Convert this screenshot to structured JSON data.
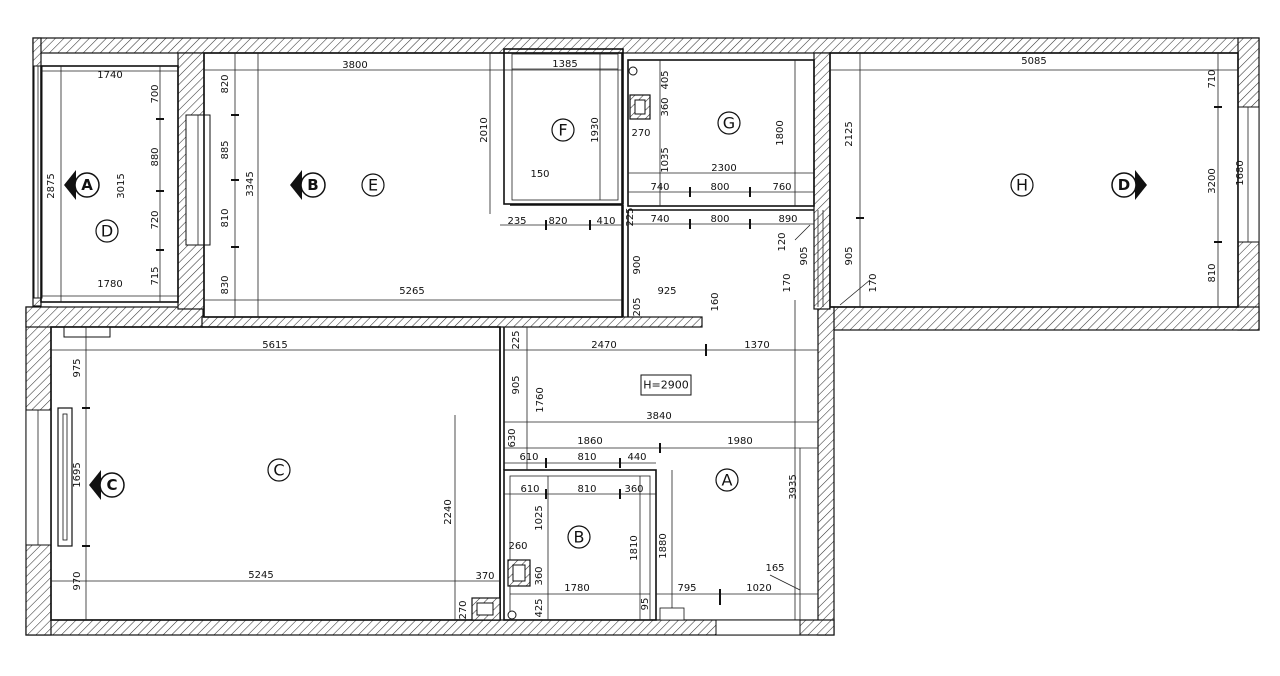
{
  "rooms": [
    {
      "id": "room-a",
      "label": "A"
    },
    {
      "id": "room-b",
      "label": "B"
    },
    {
      "id": "room-c",
      "label": "C"
    },
    {
      "id": "room-d",
      "label": "D"
    },
    {
      "id": "room-e",
      "label": "E"
    },
    {
      "id": "room-f",
      "label": "F"
    },
    {
      "id": "room-g",
      "label": "G"
    },
    {
      "id": "room-h",
      "label": "H"
    }
  ],
  "view_markers": [
    "A",
    "B",
    "C",
    "D"
  ],
  "height_label": "H=2900",
  "dimensions": [
    "1740",
    "700",
    "880",
    "720",
    "715",
    "2875",
    "3015",
    "1780",
    "3800",
    "820",
    "885",
    "3345",
    "810",
    "830",
    "5265",
    "1385",
    "2010",
    "1930",
    "150",
    "235",
    "820",
    "410",
    "405",
    "360",
    "270",
    "1035",
    "1800",
    "2300",
    "740",
    "800",
    "760",
    "225",
    "740",
    "800",
    "890",
    "120",
    "905",
    "170",
    "900",
    "925",
    "205",
    "160",
    "5085",
    "710",
    "2125",
    "3200",
    "1680",
    "905",
    "170",
    "810",
    "5615",
    "975",
    "1695",
    "5245",
    "970",
    "2240",
    "370",
    "270",
    "225",
    "905",
    "1760",
    "2470",
    "1370",
    "3840",
    "630",
    "1860",
    "1980",
    "610",
    "810",
    "440",
    "610",
    "810",
    "360",
    "1025",
    "260",
    "360",
    "425",
    "1780",
    "1810",
    "1880",
    "3935",
    "795",
    "1020",
    "165",
    "95"
  ]
}
